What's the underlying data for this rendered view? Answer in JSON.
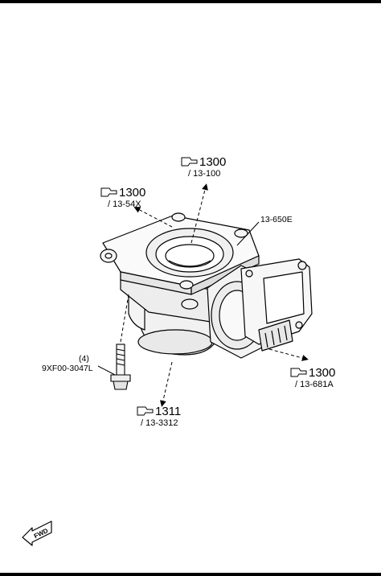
{
  "callouts": [
    {
      "ref": "1300",
      "sub": "/ 13-100"
    },
    {
      "ref": "1300",
      "sub": "/ 13-54X"
    },
    {
      "ref": "1300",
      "sub": "/ 13-681A"
    },
    {
      "ref": "1311",
      "sub": "/ 13-3312"
    }
  ],
  "labels": {
    "part_number": "13-650E",
    "bolt_qty": "(4)",
    "bolt_number": "9XF00-3047L",
    "fwd": "FWD"
  }
}
